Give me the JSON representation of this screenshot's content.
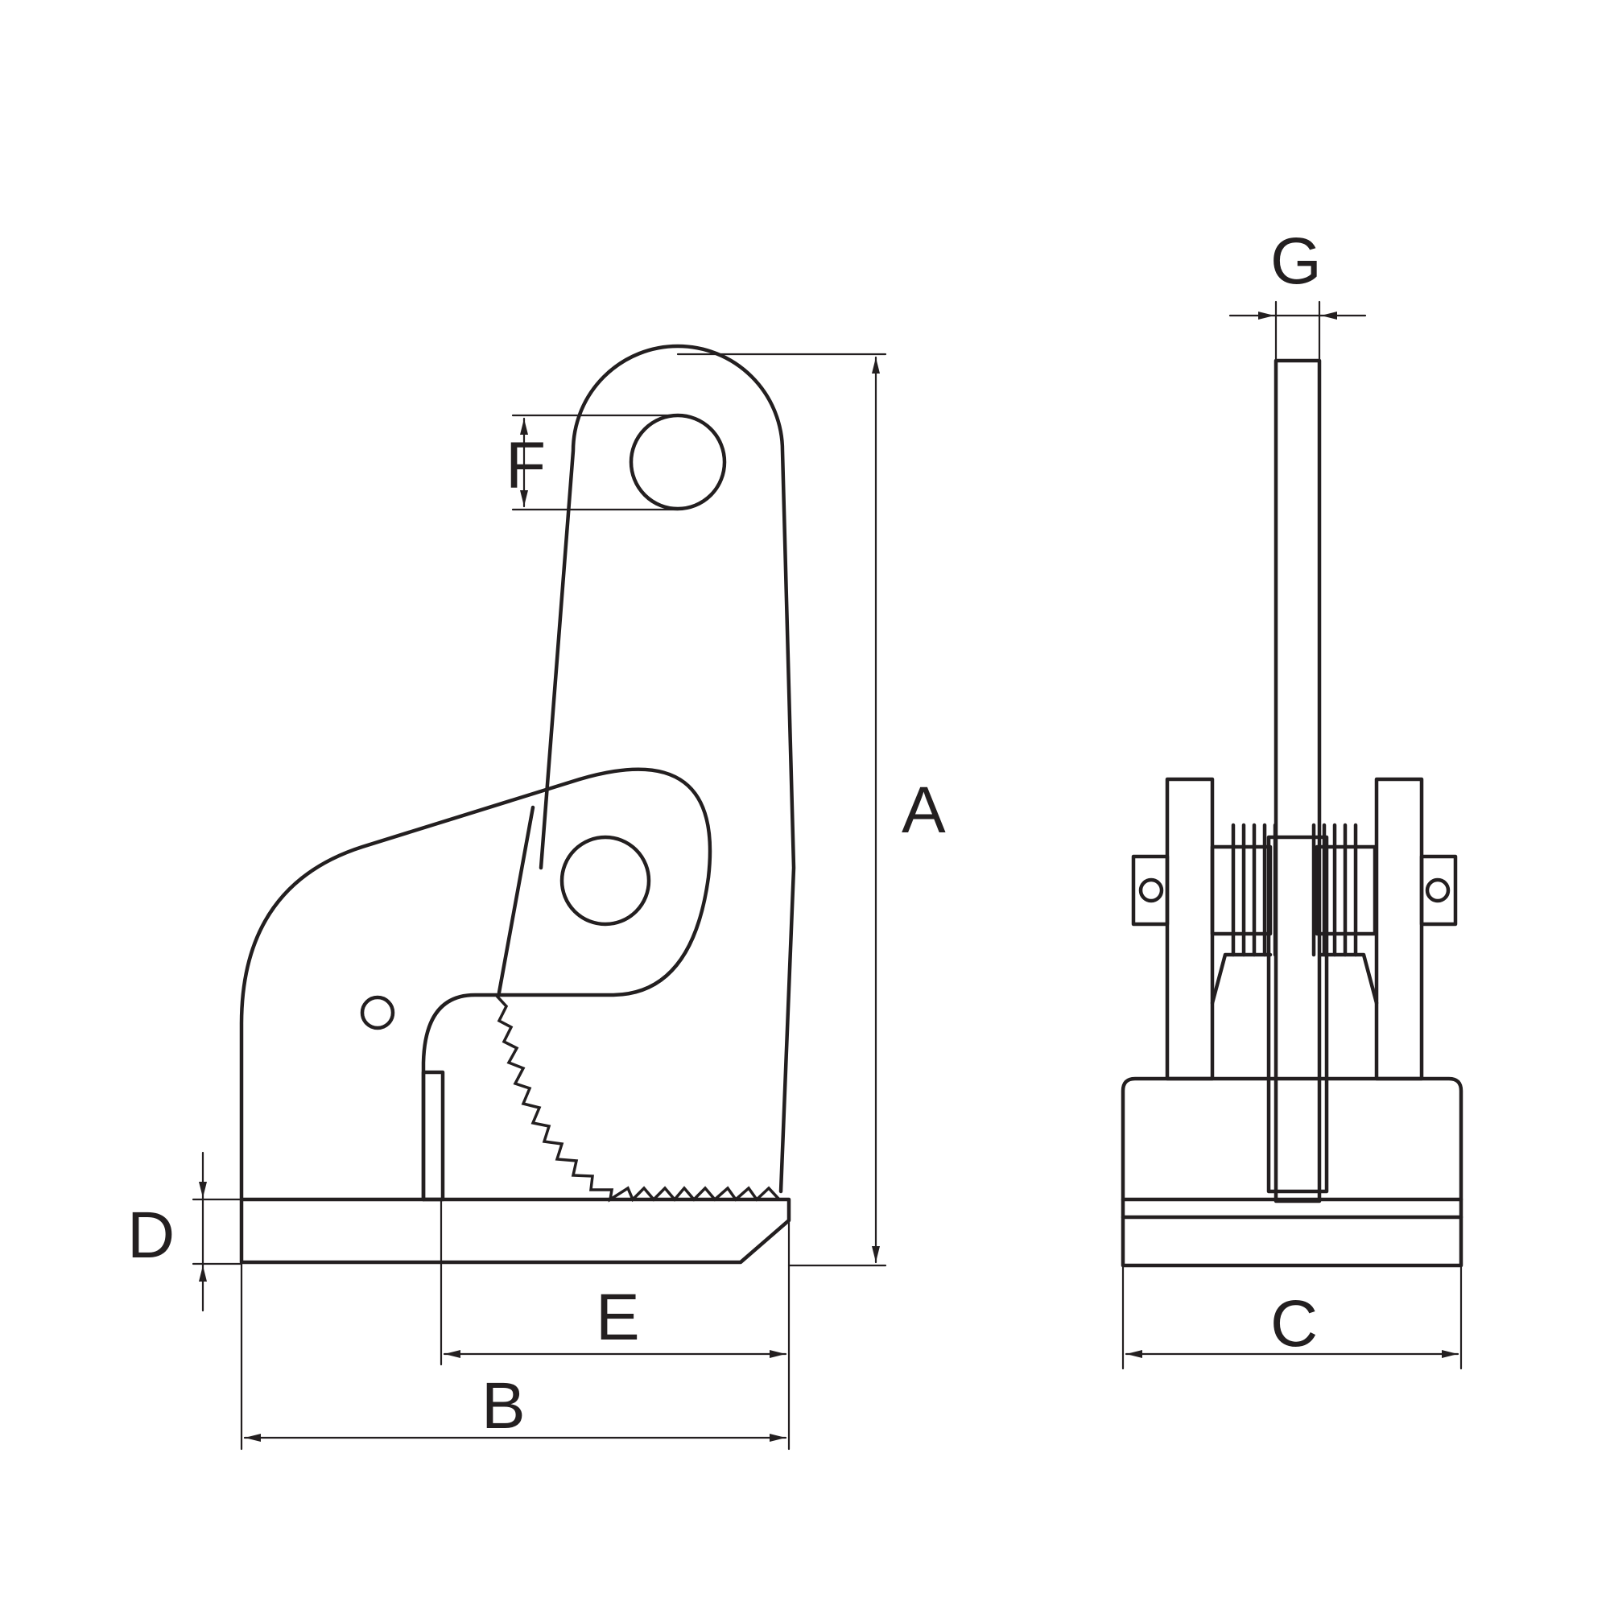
{
  "dimensions": {
    "A": "A",
    "B": "B",
    "C": "C",
    "D": "D",
    "E": "E",
    "F": "F",
    "G": "G"
  }
}
